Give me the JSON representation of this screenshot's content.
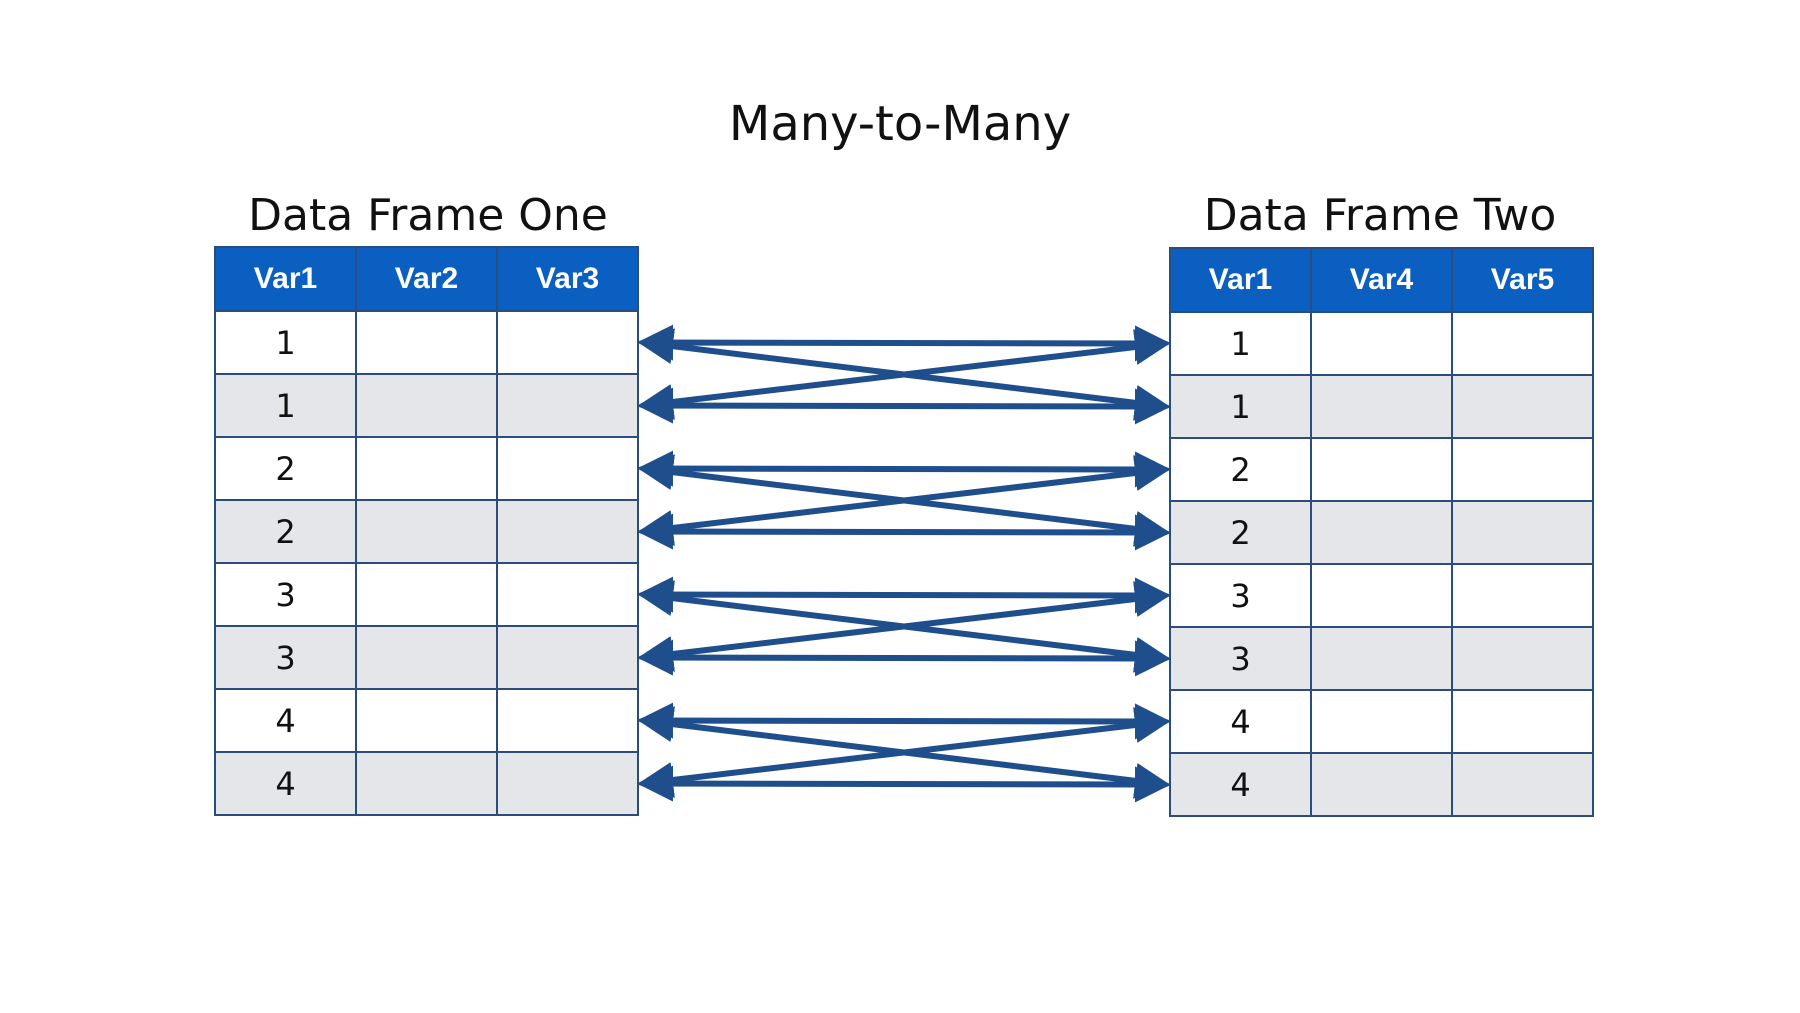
{
  "title": "Many-to-Many",
  "colors": {
    "header_bg": "#0b5fc0",
    "border": "#2b4d7e",
    "arrow": "#1f4e8c",
    "row_alt": "#e5e6ea"
  },
  "frame_one": {
    "title": "Data Frame One",
    "columns": [
      "Var1",
      "Var2",
      "Var3"
    ],
    "rows": [
      [
        "1",
        "",
        ""
      ],
      [
        "1",
        "",
        ""
      ],
      [
        "2",
        "",
        ""
      ],
      [
        "2",
        "",
        ""
      ],
      [
        "3",
        "",
        ""
      ],
      [
        "3",
        "",
        ""
      ],
      [
        "4",
        "",
        ""
      ],
      [
        "4",
        "",
        ""
      ]
    ]
  },
  "frame_two": {
    "title": "Data Frame Two",
    "columns": [
      "Var1",
      "Var4",
      "Var5"
    ],
    "rows": [
      [
        "1",
        "",
        ""
      ],
      [
        "1",
        "",
        ""
      ],
      [
        "2",
        "",
        ""
      ],
      [
        "2",
        "",
        ""
      ],
      [
        "3",
        "",
        ""
      ],
      [
        "3",
        "",
        ""
      ],
      [
        "4",
        "",
        ""
      ],
      [
        "4",
        "",
        ""
      ]
    ]
  },
  "links": [
    {
      "from_row": 0,
      "to_row": 0
    },
    {
      "from_row": 0,
      "to_row": 1
    },
    {
      "from_row": 1,
      "to_row": 0
    },
    {
      "from_row": 1,
      "to_row": 1
    },
    {
      "from_row": 2,
      "to_row": 2
    },
    {
      "from_row": 2,
      "to_row": 3
    },
    {
      "from_row": 3,
      "to_row": 2
    },
    {
      "from_row": 3,
      "to_row": 3
    },
    {
      "from_row": 4,
      "to_row": 4
    },
    {
      "from_row": 4,
      "to_row": 5
    },
    {
      "from_row": 5,
      "to_row": 4
    },
    {
      "from_row": 5,
      "to_row": 5
    },
    {
      "from_row": 6,
      "to_row": 6
    },
    {
      "from_row": 6,
      "to_row": 7
    },
    {
      "from_row": 7,
      "to_row": 6
    },
    {
      "from_row": 7,
      "to_row": 7
    }
  ]
}
